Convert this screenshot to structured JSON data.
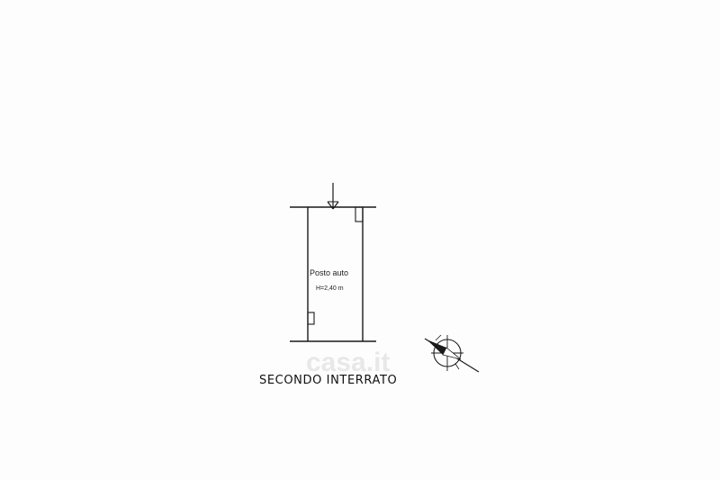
{
  "plan": {
    "room": {
      "name": "Posto auto",
      "height_label": "H=2,40 m"
    },
    "floor_label": "SECONDO INTERRATO",
    "watermark": "casa.it"
  },
  "colors": {
    "line": "#1a1a1a",
    "watermark": "#d8d8d8"
  },
  "icons": {
    "compass": "north-arrow-icon",
    "entrance": "entrance-arrow-icon"
  }
}
